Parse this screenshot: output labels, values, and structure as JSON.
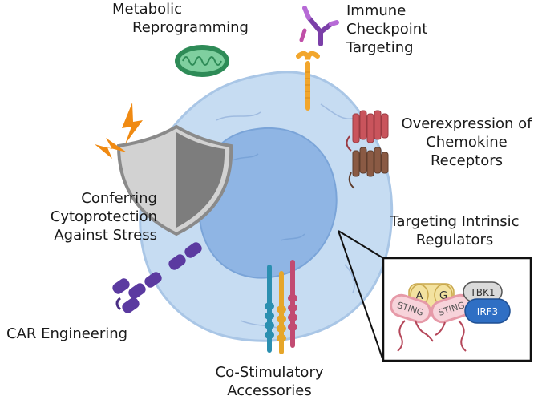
{
  "labels": {
    "metabolic": [
      "Metabolic",
      "Reprogramming"
    ],
    "immune": [
      "Immune",
      "Checkpoint",
      "Targeting"
    ],
    "chemokine": [
      "Overexpression of",
      "Chemokine",
      "Receptors"
    ],
    "cytoprotection": [
      "Conferring",
      "Cytoprotection",
      "Against Stress"
    ],
    "intrinsic": [
      "Targeting Intrinsic",
      "Regulators"
    ],
    "car": [
      "CAR Engineering"
    ],
    "costim": [
      "Co-Stimulatory",
      "Accessories"
    ]
  },
  "inset": {
    "A": "A",
    "G": "G",
    "sting_left": "STING",
    "sting_right": "STING",
    "tbk1": "TBK1",
    "irf3": "IRF3"
  },
  "colors": {
    "cell": "#c6dcf2",
    "nucleus": "#8fb5e4",
    "mitochondrion": "#2e8b57",
    "antibody": "#7b3fa8",
    "checkpoint_receptor": "#f2a62c",
    "chemokine_receptor_1": "#c9545c",
    "chemokine_receptor_2": "#8a5a44",
    "shield": "#7f7f7f",
    "lightning": "#f08a12",
    "car": "#5b3aa0",
    "costim_1": "#2b8fb0",
    "costim_2": "#e6a62a",
    "costim_3": "#c24b72",
    "sting": "#e69aa8",
    "ag_complex": "#f3e2a0",
    "tbk1": "#dadada",
    "irf3": "#2f6fc4"
  }
}
